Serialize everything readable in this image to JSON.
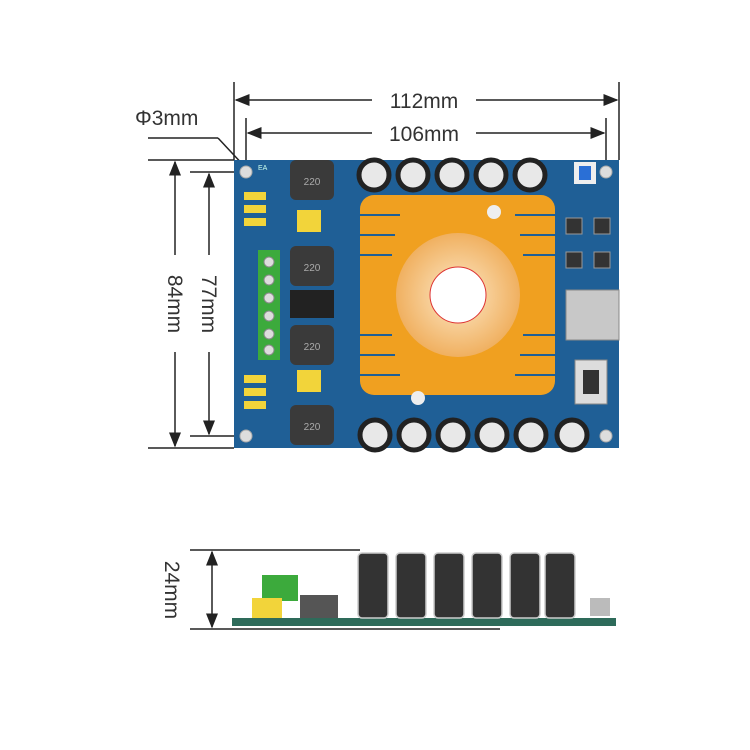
{
  "dimensions": {
    "width_outer": "112mm",
    "width_holes": "106mm",
    "hole_diameter": "Φ3mm",
    "height_outer": "84mm",
    "height_holes": "77mm",
    "thickness": "24mm"
  },
  "board": {
    "inductor_label": "220",
    "silk_label": "EA"
  },
  "colors": {
    "pcb": "#1f5f96",
    "heatsink": "#f0a020",
    "terminal": "#3caa3c",
    "capacitor_top": "#e8e8e8"
  }
}
